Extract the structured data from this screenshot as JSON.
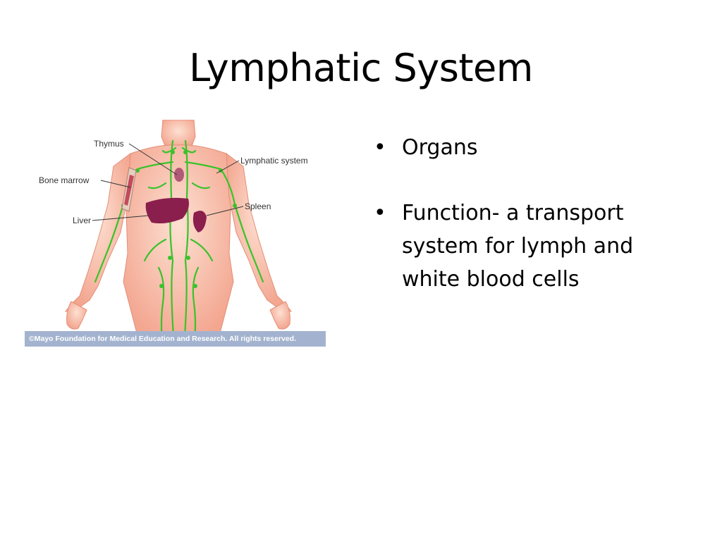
{
  "slide": {
    "title": "Lymphatic System",
    "figure": {
      "labels": {
        "thymus": "Thymus",
        "lymphatic_system": "Lymphatic system",
        "bone_marrow": "Bone marrow",
        "spleen": "Spleen",
        "liver": "Liver"
      },
      "copyright": "©Mayo Foundation for Medical Education and Research.  All rights reserved.",
      "colors": {
        "skin": "#f6b39e",
        "lymph": "#39c32a",
        "organ": "#8a1f4d",
        "caption_bar": "#a3b3cf"
      }
    },
    "bullets": [
      {
        "marker": "•",
        "text": "Organs"
      },
      {
        "marker": "•",
        "text": "Function- a transport system for lymph and white blood cells"
      }
    ]
  }
}
